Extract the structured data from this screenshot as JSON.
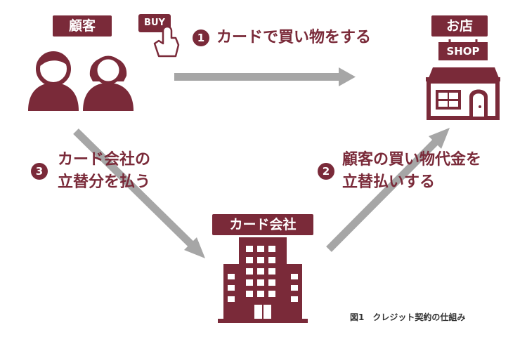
{
  "labels": {
    "customer": "顧客",
    "store": "お店",
    "card_company": "カード会社",
    "shop_sign": "SHOP",
    "buy_button": "BUY"
  },
  "steps": [
    {
      "num": "1",
      "text": "カードで買い物をする"
    },
    {
      "num": "2",
      "text": "顧客の買い物代金を\n立替払いする"
    },
    {
      "num": "3",
      "text": "カード会社の\n立替分を払う"
    }
  ],
  "caption": "図1　クレジット契約の仕組み",
  "colors": {
    "accent": "#7a2a39",
    "arrow": "#a6a6a6"
  }
}
